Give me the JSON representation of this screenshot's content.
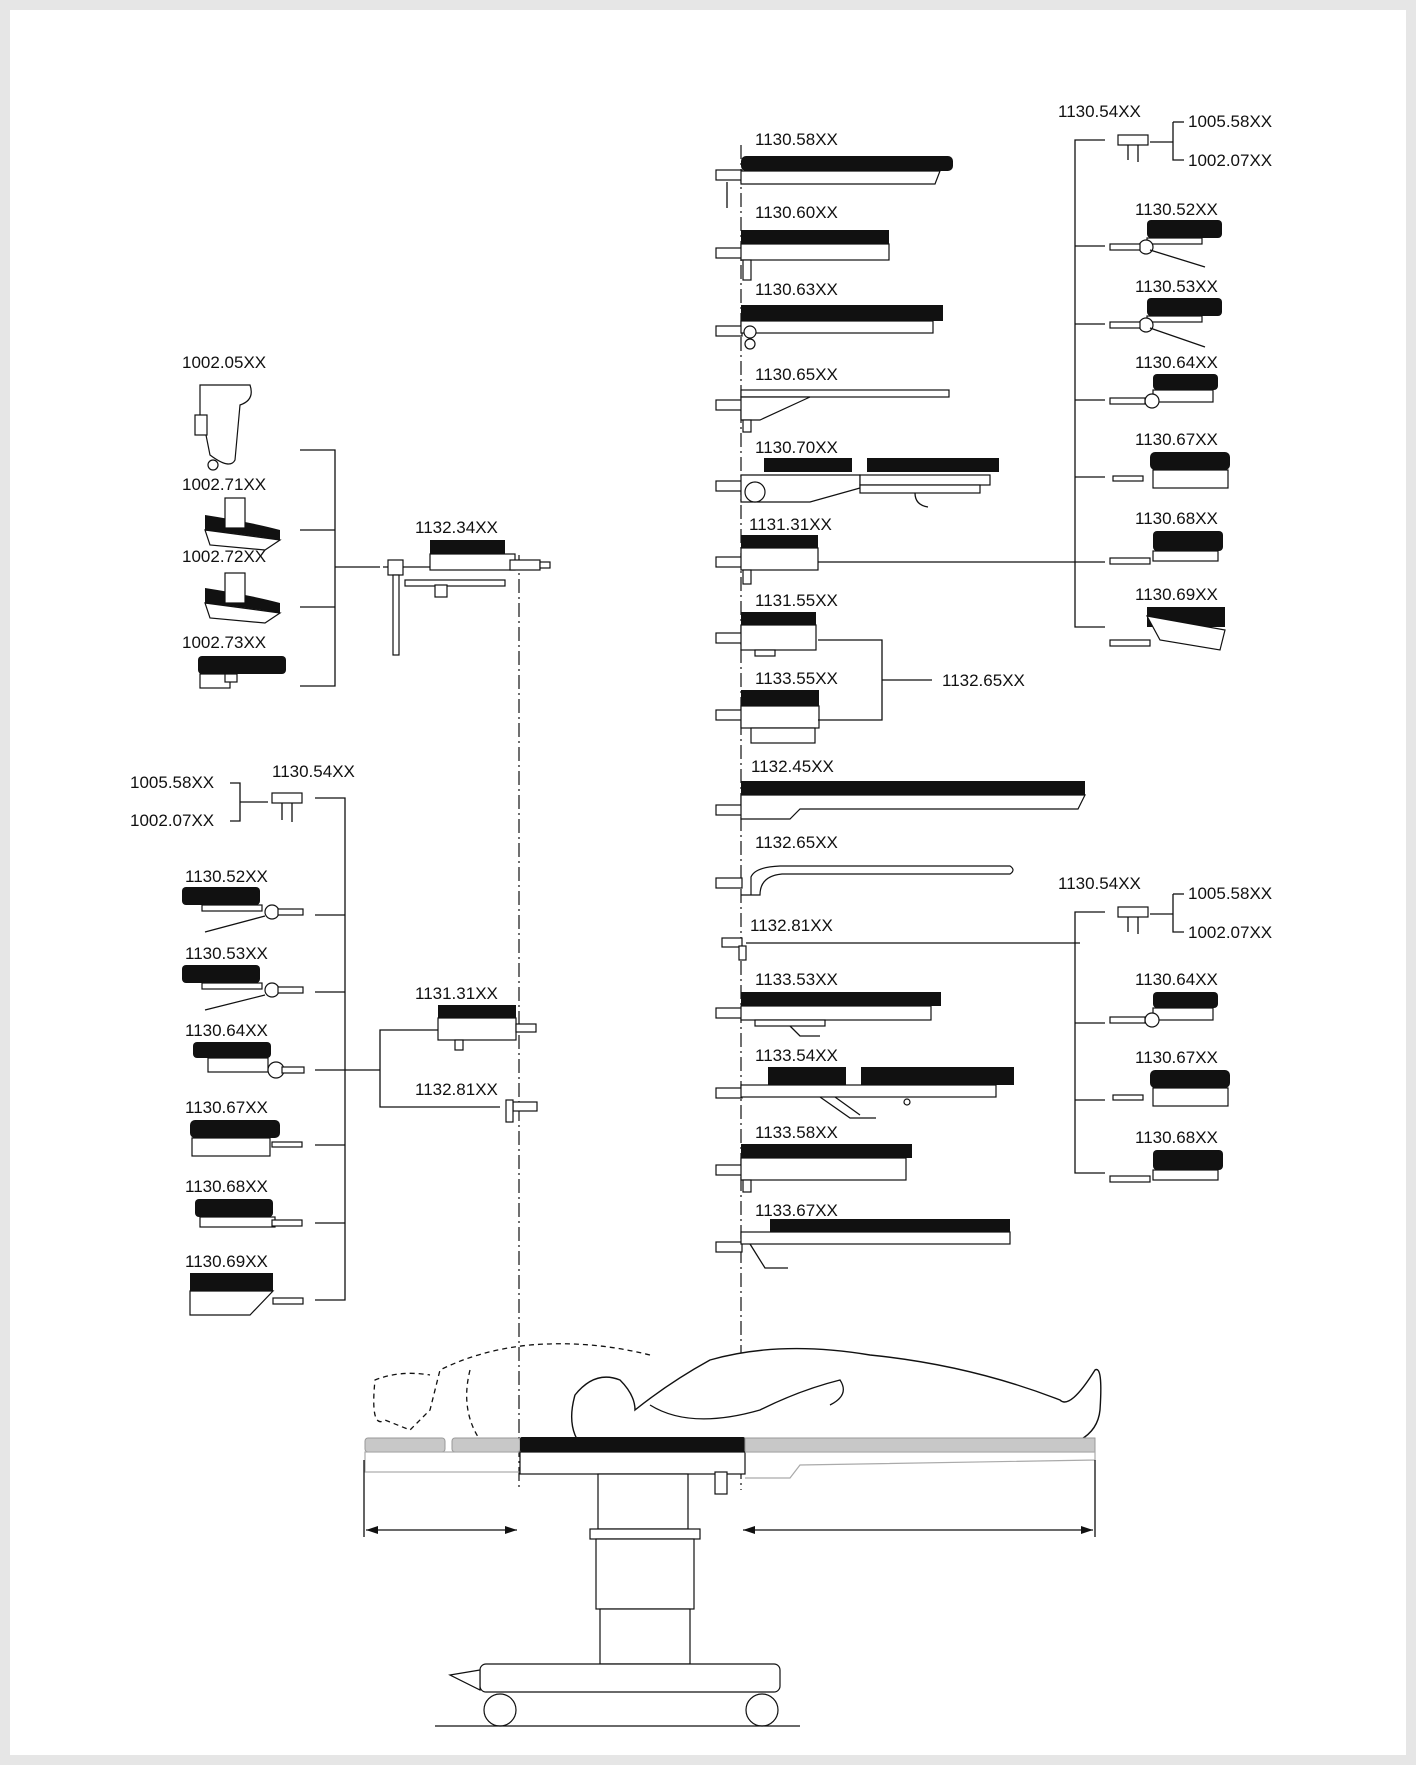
{
  "labels": {
    "l_1130_58": "1130.58XX",
    "l_1130_60": "1130.60XX",
    "l_1130_63": "1130.63XX",
    "l_1130_65": "1130.65XX",
    "l_1130_70": "1130.70XX",
    "l_1131_31_r": "1131.31XX",
    "l_1131_55": "1131.55XX",
    "l_1133_55": "1133.55XX",
    "l_1132_65_conn": "1132.65XX",
    "l_1132_45": "1132.45XX",
    "l_1132_65": "1132.65XX",
    "l_1132_81_r": "1132.81XX",
    "l_1133_53": "1133.53XX",
    "l_1133_54": "1133.54XX",
    "l_1133_58": "1133.58XX",
    "l_1133_67": "1133.67XX",
    "r1_1130_54": "1130.54XX",
    "r1_1005_58": "1005.58XX",
    "r1_1002_07": "1002.07XX",
    "r1_1130_52": "1130.52XX",
    "r1_1130_53": "1130.53XX",
    "r1_1130_64": "1130.64XX",
    "r1_1130_67": "1130.67XX",
    "r1_1130_68": "1130.68XX",
    "r1_1130_69": "1130.69XX",
    "r2_1130_54": "1130.54XX",
    "r2_1005_58": "1005.58XX",
    "r2_1002_07": "1002.07XX",
    "r2_1130_64": "1130.64XX",
    "r2_1130_67": "1130.67XX",
    "r2_1130_68": "1130.68XX",
    "t_1002_05": "1002.05XX",
    "t_1002_71": "1002.71XX",
    "t_1002_72": "1002.72XX",
    "t_1002_73": "1002.73XX",
    "t_1132_34": "1132.34XX",
    "b_1005_58": "1005.58XX",
    "b_1002_07": "1002.07XX",
    "b_1130_54": "1130.54XX",
    "b_1130_52": "1130.52XX",
    "b_1130_53": "1130.53XX",
    "b_1130_64": "1130.64XX",
    "b_1130_67": "1130.67XX",
    "b_1130_68": "1130.68XX",
    "b_1130_69": "1130.69XX",
    "m_1131_31": "1131.31XX",
    "m_1132_81": "1132.81XX"
  }
}
